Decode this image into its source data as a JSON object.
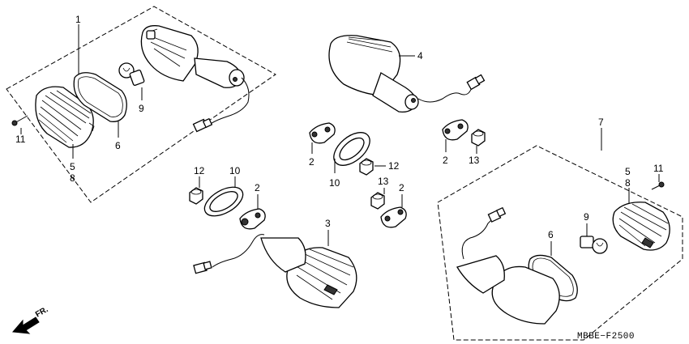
{
  "diagram_code": "MBBE−F2500",
  "direction_label": "FR.",
  "callouts": {
    "g1_assembly": "1",
    "g1_lens": "5",
    "g1_lens_b": "8",
    "g1_packing": "6",
    "g1_bulb": "9",
    "g1_screw": "11",
    "g4_assembly": "4",
    "g7_assembly": "7",
    "g7_lens": "5",
    "g7_lens_b": "8",
    "g7_screw": "11",
    "g7_bulb": "9",
    "g7_packing": "6",
    "g3_assembly": "3",
    "mid_nut_a": "12",
    "mid_ring_a": "10",
    "mid_plate_a": "2",
    "mid_plate_b": "2",
    "mid_ring_b": "10",
    "mid_nut_b": "12",
    "mid_nut_c": "13",
    "mid_plate_c": "2",
    "mid_plate_d": "2",
    "mid_nut_d": "13"
  }
}
